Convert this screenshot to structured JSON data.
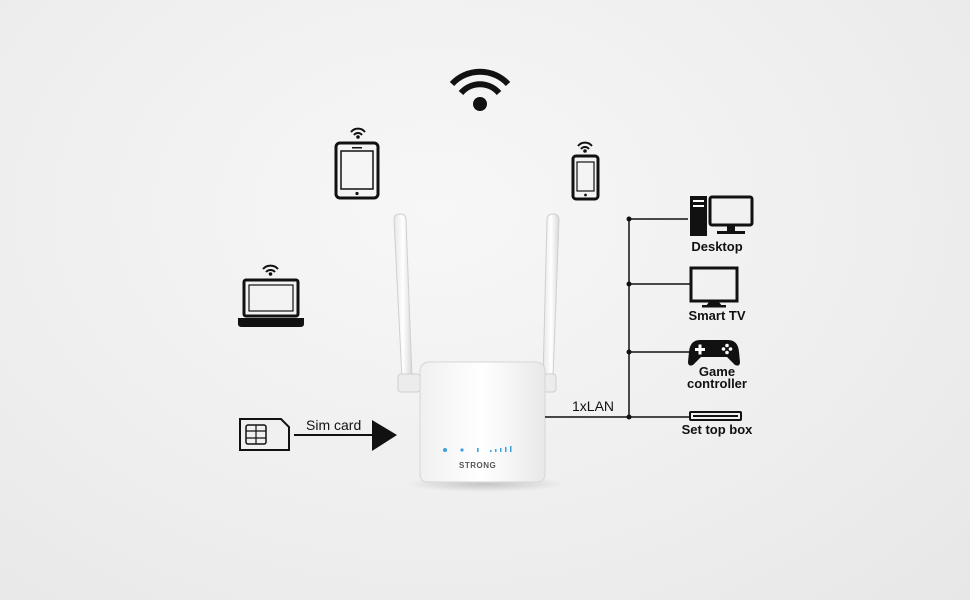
{
  "labels": {
    "sim_card": "Sim card",
    "lan": "1xLAN",
    "desktop": "Desktop",
    "smart_tv": "Smart TV",
    "game_controller_line1": "Game",
    "game_controller_line2": "controller",
    "set_top_box": "Set top box",
    "router_brand": "STRONG"
  },
  "colors": {
    "stroke": "#111111",
    "router_body": "#fbfbfb",
    "led": "#3aa0e0"
  },
  "icons": [
    "wifi-icon",
    "tablet-icon",
    "smartphone-icon",
    "laptop-icon",
    "sim-card-icon",
    "desktop-icon",
    "smart-tv-icon",
    "game-controller-icon",
    "set-top-box-icon",
    "router-icon"
  ]
}
